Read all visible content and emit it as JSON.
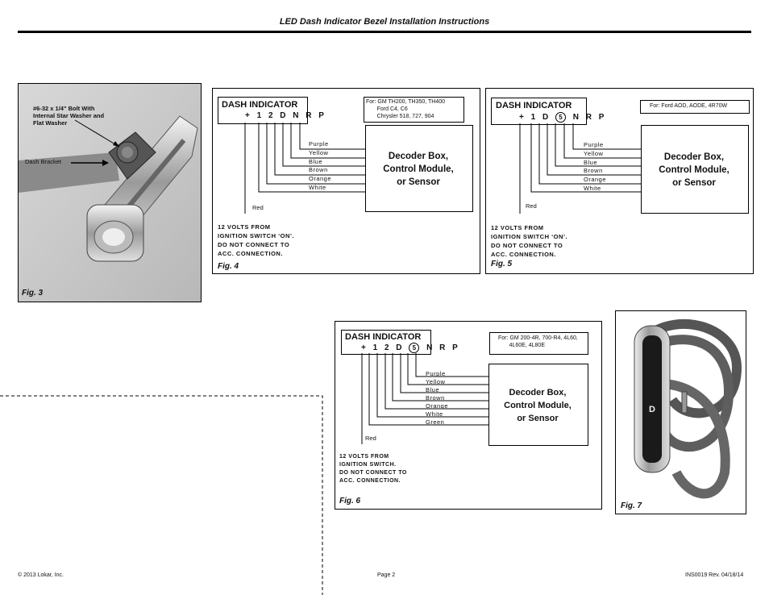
{
  "header": {
    "title": "LED Dash Indicator Bezel Installation Instructions"
  },
  "fig3": {
    "label": "Fig. 3",
    "callout_bolt": "#6-32 x 1/4\" Bolt With Internal Star Washer and Flat Washer",
    "callout_bracket": "Dash Bracket"
  },
  "fig4": {
    "label": "Fig. 4",
    "dash_title": "DASH INDICATOR",
    "pins": "+ 1 2 D N R P",
    "for_text": "For: GM TH200, TH350, TH400\n       Ford C4, C6\n       Chrysler 518, 727, 904",
    "decoder": [
      "Decoder Box,",
      "Control Module,",
      "or Sensor"
    ],
    "wires": [
      "Purple",
      "Yellow",
      "Blue",
      "Brown",
      "Orange",
      "White"
    ],
    "red": "Red",
    "note": "12 VOLTS FROM\nIGNITION SWITCH ‘ON’.\nDO NOT CONNECT TO\nACC. CONNECTION."
  },
  "fig5": {
    "label": "Fig. 5",
    "dash_title": "DASH INDICATOR",
    "pins_prefix": "+ 1 D",
    "pins_circ": "5",
    "pins_suffix": "N R P",
    "for_text": "For: Ford AOD, AODE, 4R70W",
    "decoder": [
      "Decoder Box,",
      "Control Module,",
      "or Sensor"
    ],
    "wires": [
      "Purple",
      "Yellow",
      "Blue",
      "Brown",
      "Orange",
      "White"
    ],
    "red": "Red",
    "note": "12 VOLTS FROM\nIGNITION SWITCH ‘ON’.\nDO NOT CONNECT TO\nACC. CONNECTION."
  },
  "fig6": {
    "label": "Fig. 6",
    "dash_title": "DASH INDICATOR",
    "pins_prefix": "+ 1 2 D",
    "pins_circ": "5",
    "pins_suffix": "N R P",
    "for_text": "For: GM 200-4R, 700-R4, 4L60,\n       4L60E, 4L80E",
    "decoder": [
      "Decoder Box,",
      "Control Module,",
      "or Sensor"
    ],
    "wires": [
      "Purple",
      "Yellow",
      "Blue",
      "Brown",
      "Orange",
      "White",
      "Green"
    ],
    "red": "Red",
    "note": "12 VOLTS FROM\nIGNITION SWITCH.\nDO NOT CONNECT TO\nACC. CONNECTION."
  },
  "fig7": {
    "label": "Fig. 7",
    "bezel_letter": "D"
  },
  "footer": {
    "copyright": "© 2013 Lokar, Inc.",
    "page": "Page 2",
    "revision": "INS0019  Rev. 04/18/14"
  }
}
